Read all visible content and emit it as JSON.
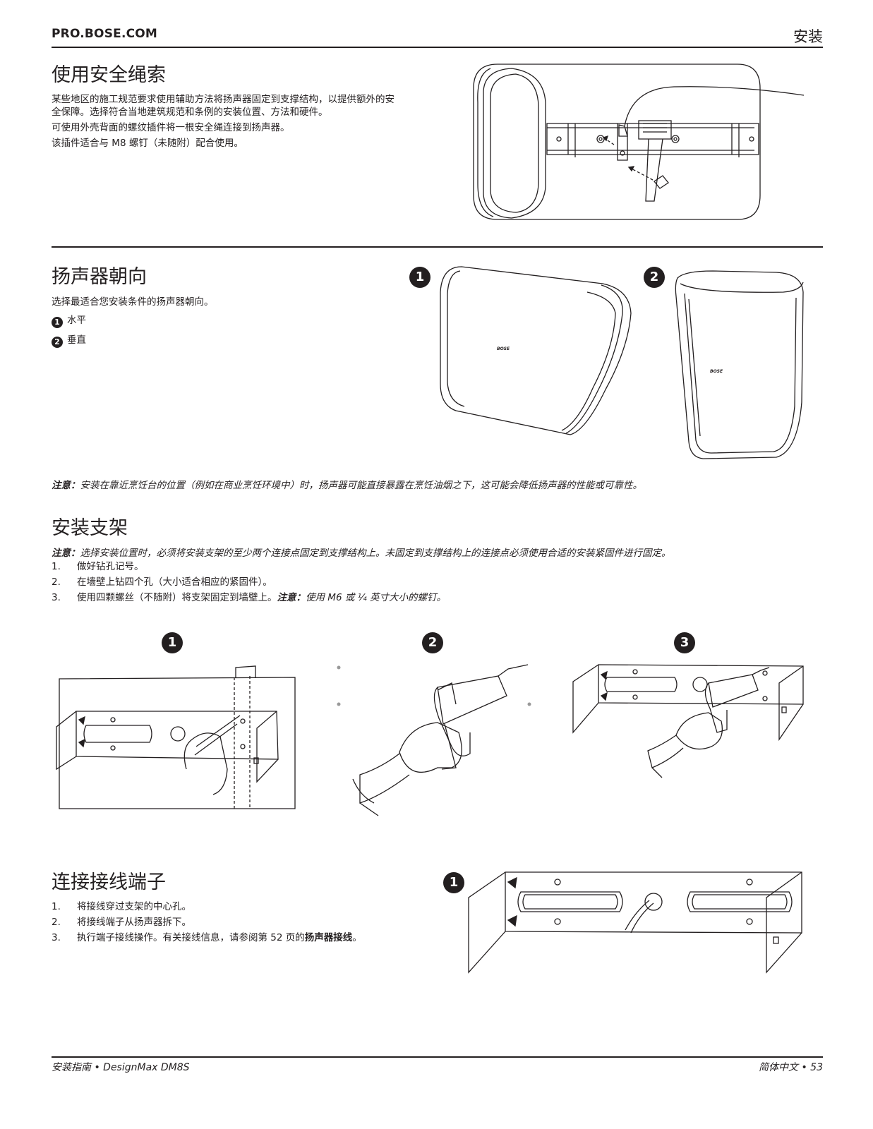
{
  "header": {
    "site": "PRO.BOSE.COM",
    "section": "安装"
  },
  "safety_cable": {
    "title": "使用安全绳索",
    "p1": "某些地区的施工规范要求使用辅助方法将扬声器固定到支撑结构，以提供额外的安全保障。选择符合当地建筑规范和条例的安装位置、方法和硬件。",
    "p2": "可使用外壳背面的螺纹插件将一根安全绳连接到扬声器。",
    "p3": "该插件适合与 M8 螺钉（未随附）配合使用。"
  },
  "orientation": {
    "title": "扬声器朝向",
    "intro": "选择最适合您安装条件的扬声器朝向。",
    "options": [
      {
        "num": "1",
        "label": "水平"
      },
      {
        "num": "2",
        "label": "垂直"
      }
    ],
    "figure_labels": [
      "1",
      "2"
    ],
    "logo_text": "BOSE",
    "note_label": "注意：",
    "note_text": "安装在靠近烹饪台的位置（例如在商业烹饪环境中）时，扬声器可能直接暴露在烹饪油烟之下，这可能会降低扬声器的性能或可靠性。"
  },
  "bracket": {
    "title": "安装支架",
    "note_label": "注意：",
    "note_text": "选择安装位置时，必须将安装支架的至少两个连接点固定到支撑结构上。未固定到支撑结构上的连接点必须使用合适的安装紧固件进行固定。",
    "steps": [
      {
        "num": "1.",
        "text": "做好钻孔记号。"
      },
      {
        "num": "2.",
        "text": "在墙壁上钻四个孔（大小适合相应的紧固件）。"
      },
      {
        "num": "3.",
        "text": "使用四颗螺丝（不随附）将支架固定到墙壁上。",
        "note_label": "注意：",
        "note_text": "使用 M6 或 ¼ 英寸大小的螺钉。"
      }
    ],
    "figure_labels": [
      "1",
      "2",
      "3"
    ]
  },
  "wiring": {
    "title": "连接接线端子",
    "steps": [
      {
        "num": "1.",
        "text": "将接线穿过支架的中心孔。"
      },
      {
        "num": "2.",
        "text": "将接线端子从扬声器拆下。"
      },
      {
        "num": "3.",
        "text": "执行端子接线操作。有关接线信息，请参阅第 52 页的",
        "link": "扬声器接线",
        "end": "。"
      }
    ],
    "figure_label": "1"
  },
  "footer": {
    "left": "安装指南 • DesignMax DM8S",
    "right": "简体中文 • 53"
  }
}
